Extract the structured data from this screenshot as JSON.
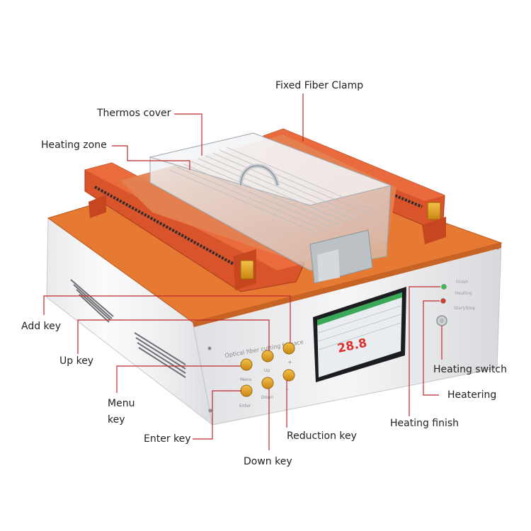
{
  "labels": {
    "fixed_fiber_clamp": "Fixed Fiber Clamp",
    "thermos_cover": "Thermos cover",
    "heating_zone": "Heating zone",
    "add_key": "Add key",
    "up_key": "Up key",
    "menu_key_line1": "Menu",
    "menu_key_line2": "key",
    "enter_key": "Enter key",
    "down_key": "Down key",
    "reduction_key": "Reduction key",
    "heating_finish": "Heating finish",
    "heatering": "Heatering",
    "heating_switch": "Heating switch"
  },
  "device": {
    "panel_title": "Optical fiber cutting furnace",
    "button_labels": {
      "up": "Up",
      "menu": "Menu",
      "enter": "Enter",
      "down": "Down",
      "add": "+",
      "reduce": "-"
    },
    "indicator_labels": {
      "finish": "Finish",
      "heating": "Heating",
      "start_stop": "Start/Stop"
    },
    "display_value": "28.8"
  },
  "colors": {
    "leader_line": "#c0282d",
    "clamp_orange": "#d9532b",
    "plate_orange": "#e2752f",
    "button_gold": "#e6a21c",
    "screen_green": "#2f9e44",
    "display_red": "#e0312b"
  }
}
